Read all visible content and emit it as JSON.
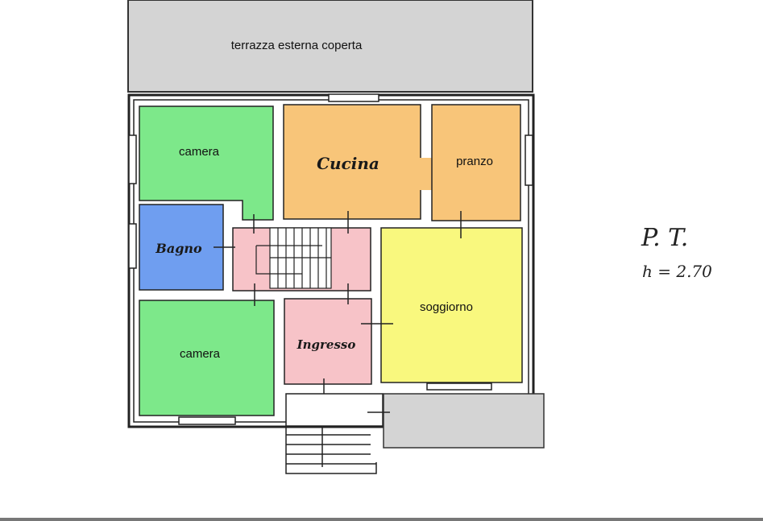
{
  "plan": {
    "rooms": {
      "terrace_top": "terrazza esterna coperta",
      "bedroom_top": "camera",
      "kitchen": "Cucina",
      "dining": "pranzo",
      "bathroom": "Bagno",
      "living": "soggiorno",
      "entrance": "Ingresso",
      "bedroom_bottom": "camera"
    },
    "notes": {
      "floor": "P. T.",
      "height": "h = 2.70"
    },
    "colors": {
      "terrace": "#d4d4d4",
      "bedroom": "#7de88a",
      "kitchen": "#f8c579",
      "bathroom": "#6f9ef0",
      "living": "#f9f87e",
      "entrance": "#f7c3c8",
      "wall": "#222222"
    }
  }
}
